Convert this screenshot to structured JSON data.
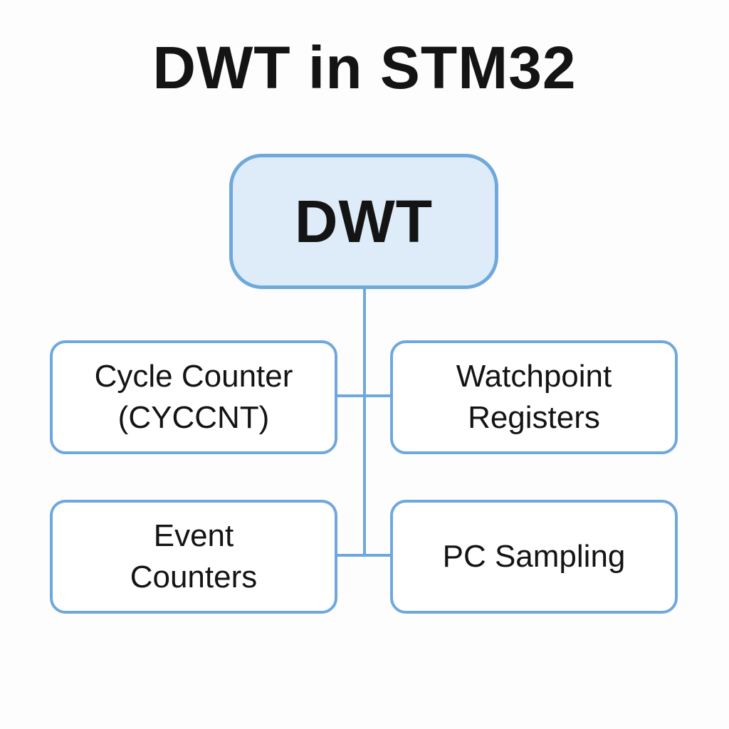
{
  "title": "DWT in STM32",
  "colors": {
    "accent": "#6ea8dc",
    "root_fill": "#ddecf8",
    "text": "#141414"
  },
  "root": {
    "label": "DWT"
  },
  "children": [
    {
      "id": "cycle",
      "label": "Cycle Counter\n(CYCCNT)"
    },
    {
      "id": "watch",
      "label": "Watchpoint\nRegisters"
    },
    {
      "id": "event",
      "label": "Event\nCounters"
    },
    {
      "id": "pc",
      "label": "PC Sampling"
    }
  ]
}
